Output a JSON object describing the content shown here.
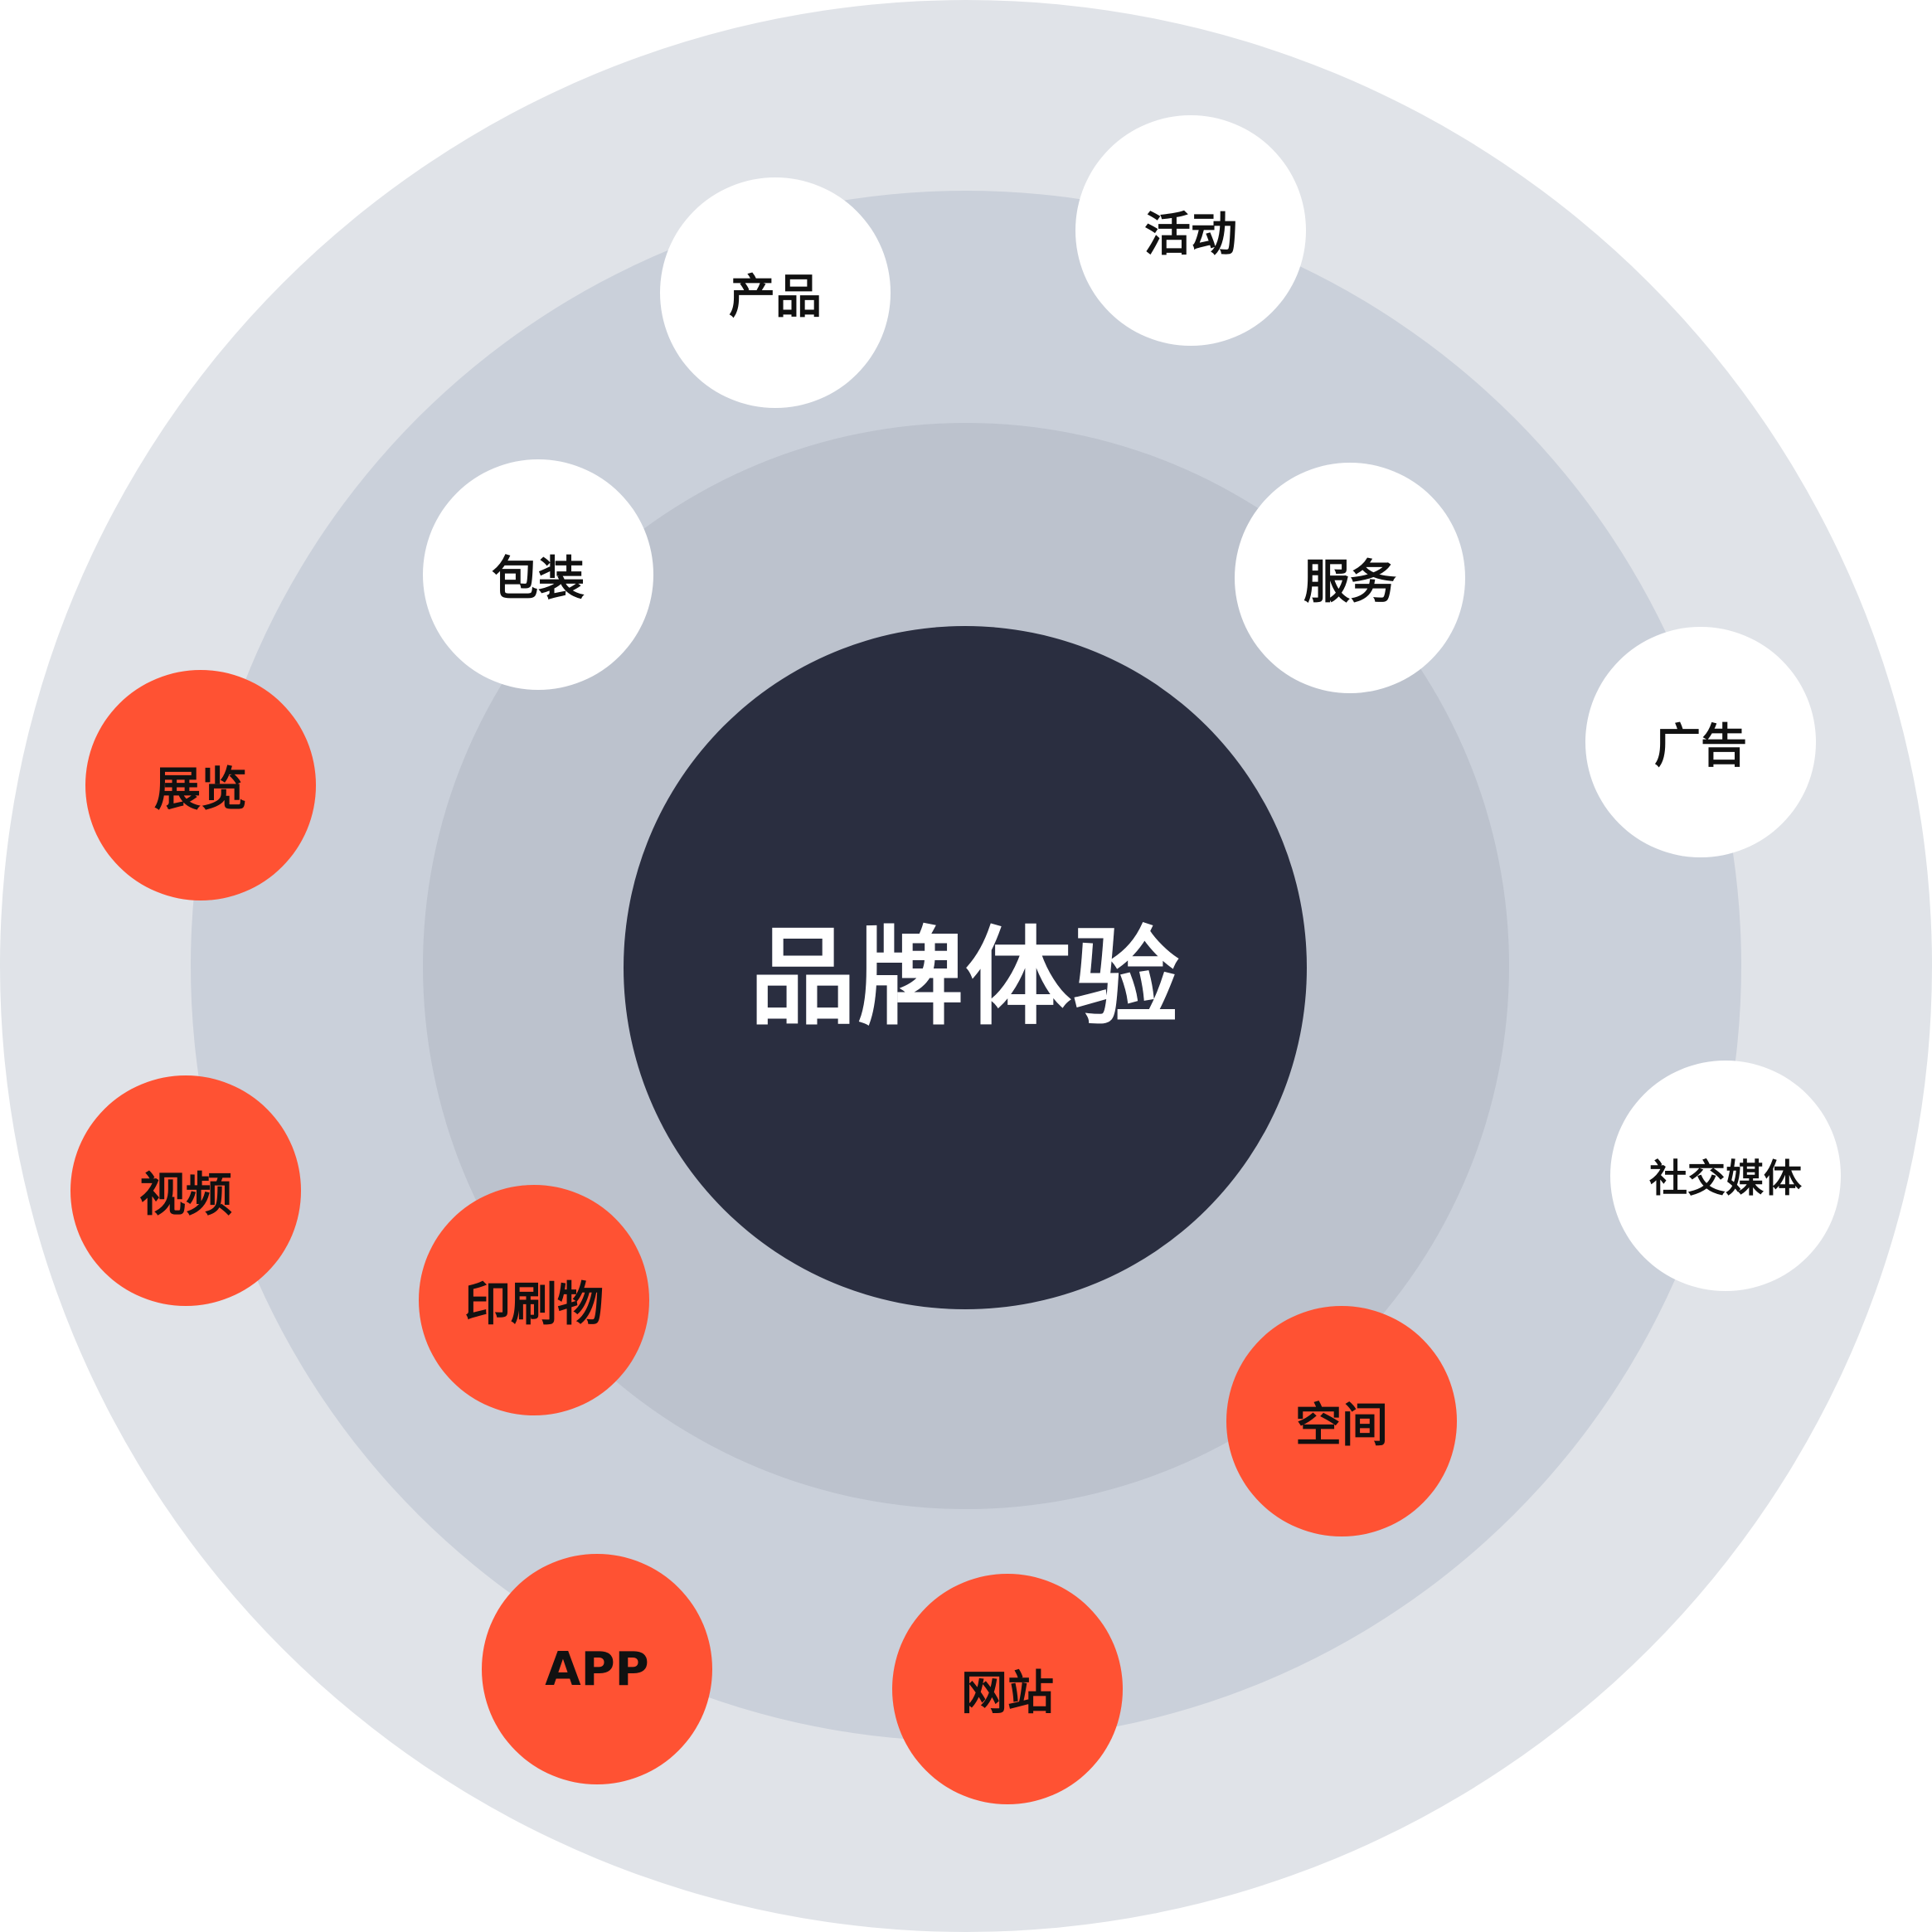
{
  "colors": {
    "outer_ring": "#e0e3e8",
    "middle_ring": "#cad0da",
    "inner_ring": "#bcc2cd",
    "core": "#2a2e40",
    "node_white": "#ffffff",
    "node_orange": "#ff5233"
  },
  "center": {
    "label": "品牌体验"
  },
  "nodes": [
    {
      "label": "产品",
      "color": "#ffffff"
    },
    {
      "label": "活动",
      "color": "#ffffff"
    },
    {
      "label": "包装",
      "color": "#ffffff"
    },
    {
      "label": "服务",
      "color": "#ffffff"
    },
    {
      "label": "广告",
      "color": "#ffffff"
    },
    {
      "label": "社交媒体",
      "color": "#ffffff"
    },
    {
      "label": "展览",
      "color": "#ff5233"
    },
    {
      "label": "视频",
      "color": "#ff5233"
    },
    {
      "label": "印刷物",
      "color": "#ff5233"
    },
    {
      "label": "空间",
      "color": "#ff5233"
    },
    {
      "label": "APP",
      "color": "#ff5233"
    },
    {
      "label": "网站",
      "color": "#ff5233"
    }
  ]
}
